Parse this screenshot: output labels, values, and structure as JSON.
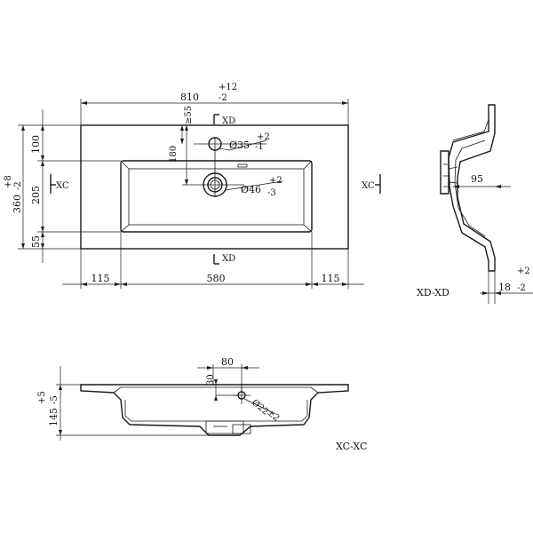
{
  "top_view": {
    "dim_width": "810",
    "tol_width_plus": "+12",
    "tol_width_minus": "-2",
    "dim_left": "115",
    "dim_mid": "580",
    "dim_right": "115",
    "dim_height": "360",
    "tol_height_plus": "+8",
    "tol_height_minus": "-2",
    "dim_top": "100",
    "dim_mid_v": "205",
    "dim_bottom": "55",
    "dim_tap_offset": "≥55",
    "dim_drain_offset": "180",
    "tap_hole": "Ø35",
    "tap_tol_plus": "+2",
    "tap_tol_minus": "-1",
    "drain_hole": "Ø46",
    "drain_tol_plus": "+2",
    "drain_tol_minus": "-3",
    "section_xd_top": "XD",
    "section_xd_bottom": "XD",
    "section_xc_left": "XC",
    "section_xc_right": "XC"
  },
  "side_view": {
    "dim_depth": "95",
    "dim_thickness": "18",
    "tol_thickness_plus": "+2",
    "tol_thickness_minus": "-2",
    "section_label": "XD-XD"
  },
  "front_view": {
    "dim_80": "80",
    "dim_30": "30",
    "overflow": "Ø22",
    "overflow_tol": "±2",
    "dim_depth": "145",
    "tol_depth_plus": "+5",
    "tol_depth_minus": "-5",
    "section_label": "XC-XC"
  }
}
